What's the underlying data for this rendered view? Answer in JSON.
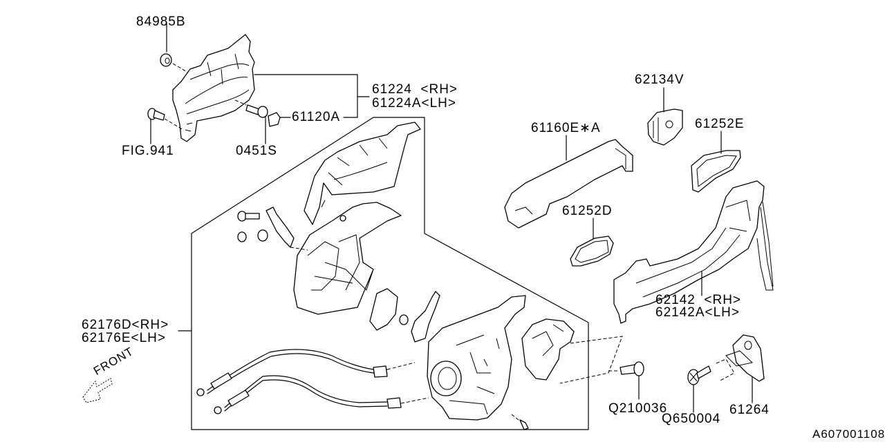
{
  "diagram": {
    "title": "Door lock / handle parts diagram",
    "reference_code": "A607001108",
    "direction_indicator": "FRONT",
    "callouts": [
      {
        "id": "84985B",
        "text": "84985B"
      },
      {
        "id": "61224",
        "text": "61224  <RH>"
      },
      {
        "id": "61224A",
        "text": "61224A<LH>"
      },
      {
        "id": "61120A",
        "text": "61120A"
      },
      {
        "id": "FIG941",
        "text": "FIG.941"
      },
      {
        "id": "0451S",
        "text": "0451S"
      },
      {
        "id": "62134V",
        "text": "62134V"
      },
      {
        "id": "61160E_A",
        "text": "61160E∗A"
      },
      {
        "id": "61252E",
        "text": "61252E"
      },
      {
        "id": "61252D",
        "text": "61252D"
      },
      {
        "id": "62142",
        "text": "62142  <RH>"
      },
      {
        "id": "62142A",
        "text": "62142A<LH>"
      },
      {
        "id": "62176D",
        "text": "62176D<RH>"
      },
      {
        "id": "62176E",
        "text": "62176E<LH>"
      },
      {
        "id": "Q210036",
        "text": "Q210036"
      },
      {
        "id": "Q650004",
        "text": "Q650004"
      },
      {
        "id": "61264",
        "text": "61264"
      }
    ]
  }
}
